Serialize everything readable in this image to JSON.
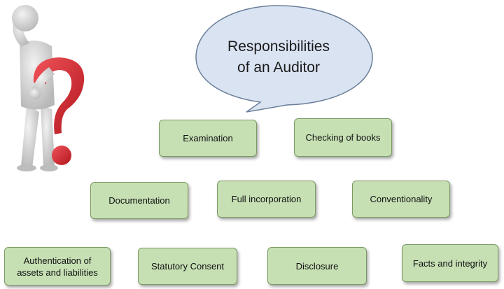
{
  "title": {
    "line1": "Responsibilities",
    "line2": "of an Auditor"
  },
  "boxes": {
    "examination": "Examination",
    "checking_of_books": "Checking of books",
    "documentation": "Documentation",
    "full_incorporation": "Full incorporation",
    "conventionality": "Conventionality",
    "authentication": "Authentication of assets and liabilities",
    "statutory_consent": "Statutory Consent",
    "disclosure": "Disclosure",
    "facts_and_integrity": "Facts and integrity"
  },
  "colors": {
    "box_fill": "#c6e0b4",
    "box_border": "#7c9a63",
    "bubble_fill": "#d9e3f2",
    "question_mark": "#d9262b",
    "figure": "#d4d4d4"
  },
  "icons": {
    "figure": "thinking-person-icon",
    "question": "question-mark-icon"
  }
}
